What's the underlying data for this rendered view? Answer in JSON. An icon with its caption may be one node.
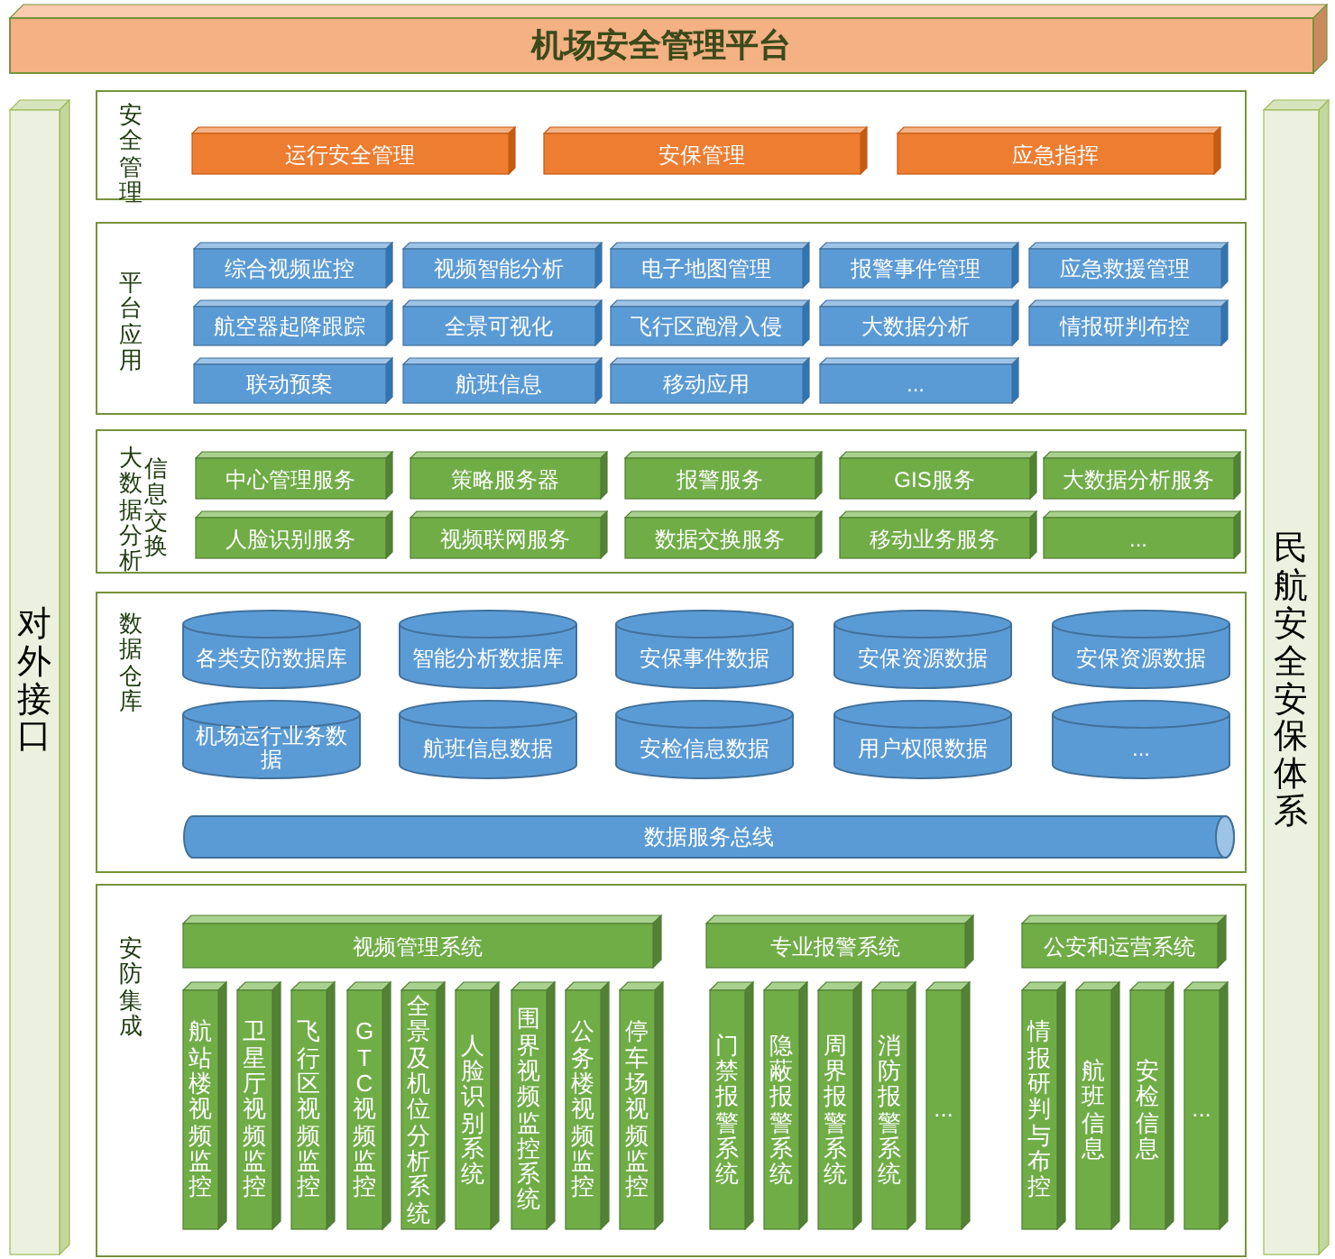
{
  "diagram": {
    "nodes": [
      {
        "text": [
          "机场安全管理平台"
        ]
      },
      {
        "text": [
          "对外接口"
        ]
      },
      {
        "text": [
          "民航安全安保体系"
        ]
      },
      {
        "text": [
          "安全管理"
        ]
      },
      {
        "text": [
          "运行安全管理"
        ],
        "in": 3
      },
      {
        "text": [
          "安保管理"
        ],
        "in": 3
      },
      {
        "text": [
          "应急指挥"
        ],
        "in": 3
      },
      {
        "text": [
          "平台应用"
        ]
      },
      {
        "text": [
          "综合视频监控"
        ],
        "in": 7
      },
      {
        "text": [
          "视频智能分析"
        ],
        "in": 7
      },
      {
        "text": [
          "电子地图管理"
        ],
        "in": 7
      },
      {
        "text": [
          "报警事件管理"
        ],
        "in": 7
      },
      {
        "text": [
          "应急救援管理"
        ],
        "in": 7
      },
      {
        "text": [
          "航空器起降跟踪"
        ],
        "in": 7
      },
      {
        "text": [
          "全景可视化"
        ],
        "in": 7
      },
      {
        "text": [
          "飞行区跑滑入侵"
        ],
        "in": 7
      },
      {
        "text": [
          "大数据分析"
        ],
        "in": 7
      },
      {
        "text": [
          "情报研判布控"
        ],
        "in": 7
      },
      {
        "text": [
          "联动预案"
        ],
        "in": 7
      },
      {
        "text": [
          "航班信息"
        ],
        "in": 7
      },
      {
        "text": [
          "移动应用"
        ],
        "in": 7
      },
      {
        "text": [
          "..."
        ],
        "in": 7
      },
      {
        "text": [
          "大数据分析",
          "信息交换"
        ]
      },
      {
        "text": [
          "中心管理服务"
        ],
        "in": 22
      },
      {
        "text": [
          "策略服务器"
        ],
        "in": 22
      },
      {
        "text": [
          "报警服务"
        ],
        "in": 22
      },
      {
        "text": [
          "GIS服务"
        ],
        "in": 22
      },
      {
        "text": [
          "大数据分析服务"
        ],
        "in": 22
      },
      {
        "text": [
          "人脸识别服务"
        ],
        "in": 22
      },
      {
        "text": [
          "视频联网服务"
        ],
        "in": 22
      },
      {
        "text": [
          "数据交换服务"
        ],
        "in": 22
      },
      {
        "text": [
          "移动业务服务"
        ],
        "in": 22
      },
      {
        "text": [
          "..."
        ],
        "in": 22
      },
      {
        "text": [
          "数据仓库"
        ]
      },
      {
        "text": [
          "各类安防数据库"
        ],
        "in": 33
      },
      {
        "text": [
          "智能分析数据库"
        ],
        "in": 33
      },
      {
        "text": [
          "安保事件数据"
        ],
        "in": 33
      },
      {
        "text": [
          "安保资源数据"
        ],
        "in": 33
      },
      {
        "text": [
          "安保资源数据"
        ],
        "in": 33
      },
      {
        "text": [
          "机场运行业务数据"
        ],
        "in": 33
      },
      {
        "text": [
          "航班信息数据"
        ],
        "in": 33
      },
      {
        "text": [
          "安检信息数据"
        ],
        "in": 33
      },
      {
        "text": [
          "用户权限数据"
        ],
        "in": 33
      },
      {
        "text": [
          "..."
        ],
        "in": 33
      },
      {
        "text": [
          "数据服务总线"
        ],
        "in": 33
      },
      {
        "text": [
          "安防集成"
        ]
      },
      {
        "text": [
          "视频管理系统"
        ],
        "in": 45
      },
      {
        "text": [
          "专业报警系统"
        ],
        "in": 45
      },
      {
        "text": [
          "公安和运营系统"
        ],
        "in": 45
      },
      {
        "text": [
          "航站楼视频监控"
        ],
        "in": 45
      },
      {
        "text": [
          "卫星厅视频监控"
        ],
        "in": 45
      },
      {
        "text": [
          "飞行区视频监控"
        ],
        "in": 45
      },
      {
        "text": [
          "GTC视频监控"
        ],
        "in": 45
      },
      {
        "text": [
          "全景及机位分析系统"
        ],
        "in": 45
      },
      {
        "text": [
          "人脸识别系统"
        ],
        "in": 45
      },
      {
        "text": [
          "围界视频监控系统"
        ],
        "in": 45
      },
      {
        "text": [
          "公务楼视频监控"
        ],
        "in": 45
      },
      {
        "text": [
          "停车场视频监控"
        ],
        "in": 45
      },
      {
        "text": [
          "门禁报警系统"
        ],
        "in": 45
      },
      {
        "text": [
          "隐蔽报警系统"
        ],
        "in": 45
      },
      {
        "text": [
          "周界报警系统"
        ],
        "in": 45
      },
      {
        "text": [
          "消防报警系统"
        ],
        "in": 45
      },
      {
        "text": [
          "..."
        ],
        "in": 45
      },
      {
        "text": [
          "情报研判与布控"
        ],
        "in": 45
      },
      {
        "text": [
          "航班信息"
        ],
        "in": 45
      },
      {
        "text": [
          "安检信息"
        ],
        "in": 45
      },
      {
        "text": [
          "..."
        ],
        "in": 45
      }
    ]
  }
}
